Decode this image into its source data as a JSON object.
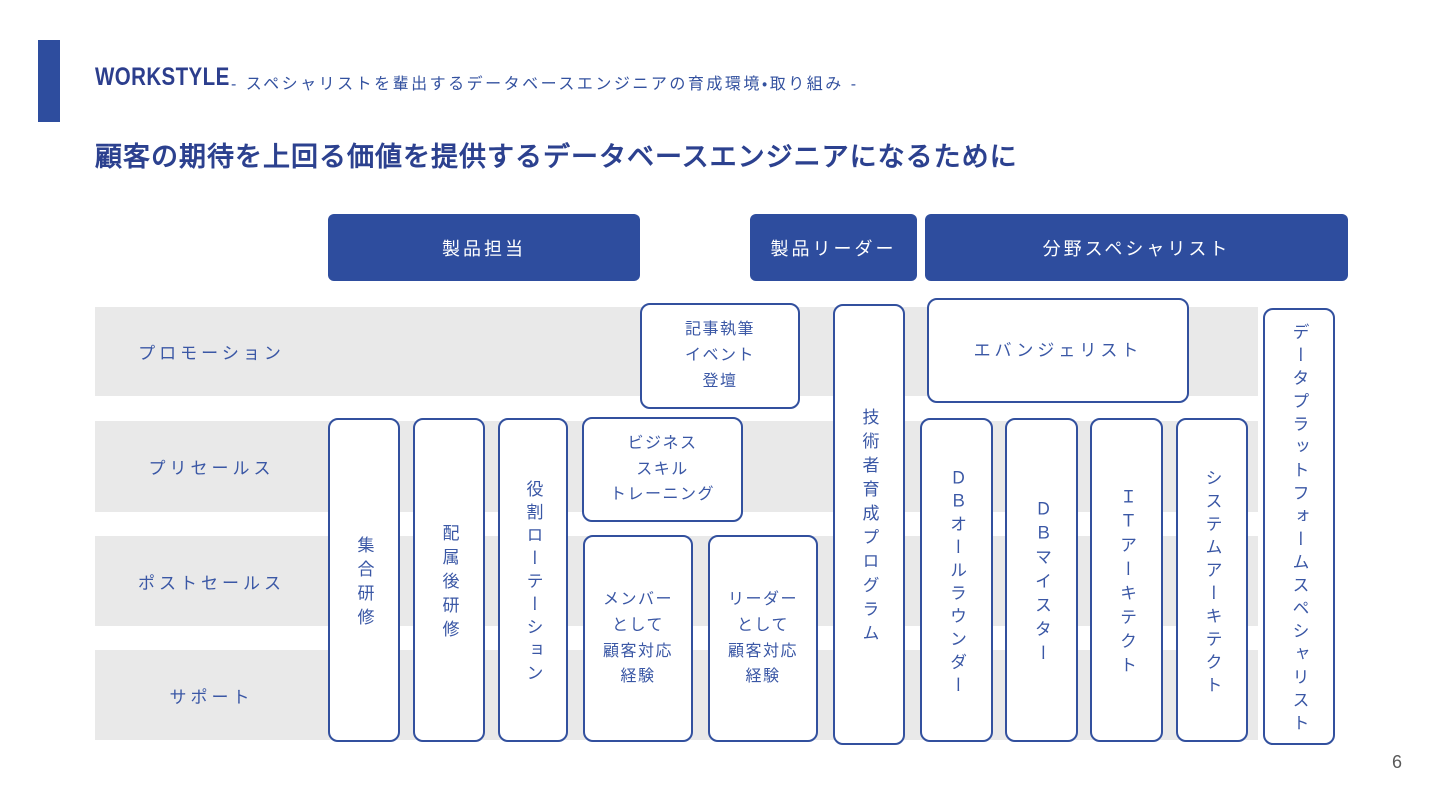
{
  "header": {
    "eyebrow": "WORKSTYLE",
    "subtitle": "- スペシャリストを輩出するデータベースエンジニアの育成環境・取り組み -",
    "title": "顧客の期待を上回る価値を提供するデータベースエンジニアになるために"
  },
  "colors": {
    "accent_blue": "#2e4d9e",
    "box_border_blue": "#32509e",
    "text_blue": "#3a57a5",
    "title_navy": "#2c418f",
    "band_gray": "#e9e9e9",
    "page_number_gray": "#595959"
  },
  "diagram": {
    "column_headers": [
      {
        "label": "製品担当"
      },
      {
        "label": "製品リーダー"
      },
      {
        "label": "分野スペシャリスト"
      }
    ],
    "rows": [
      {
        "label": "プロモーション"
      },
      {
        "label": "プリセールス"
      },
      {
        "label": "ポストセールス"
      },
      {
        "label": "サポート"
      }
    ],
    "boxes": {
      "group_training": "集合研修",
      "post_assignment_training": "配属後研修",
      "role_rotation": "役割ローテーション",
      "article_event": "記事執筆\nイベント\n登壇",
      "business_skill": "ビジネス\nスキル\nトレーニング",
      "member_experience": "メンバー\nとして\n顧客対応\n経験",
      "leader_experience": "リーダー\nとして\n顧客対応\n経験",
      "engineer_program": "技術者育成プログラム",
      "evangelist": "エバンジェリスト",
      "db_allrounder": "ＤＢオールラウンダー",
      "db_meister": "ＤＢマイスター",
      "it_architect": "ＩＴアーキテクト",
      "system_architect": "システムアーキテクト",
      "data_platform_specialist": "データプラットフォームスペシャリスト"
    }
  },
  "footer": {
    "page_number": "6"
  }
}
